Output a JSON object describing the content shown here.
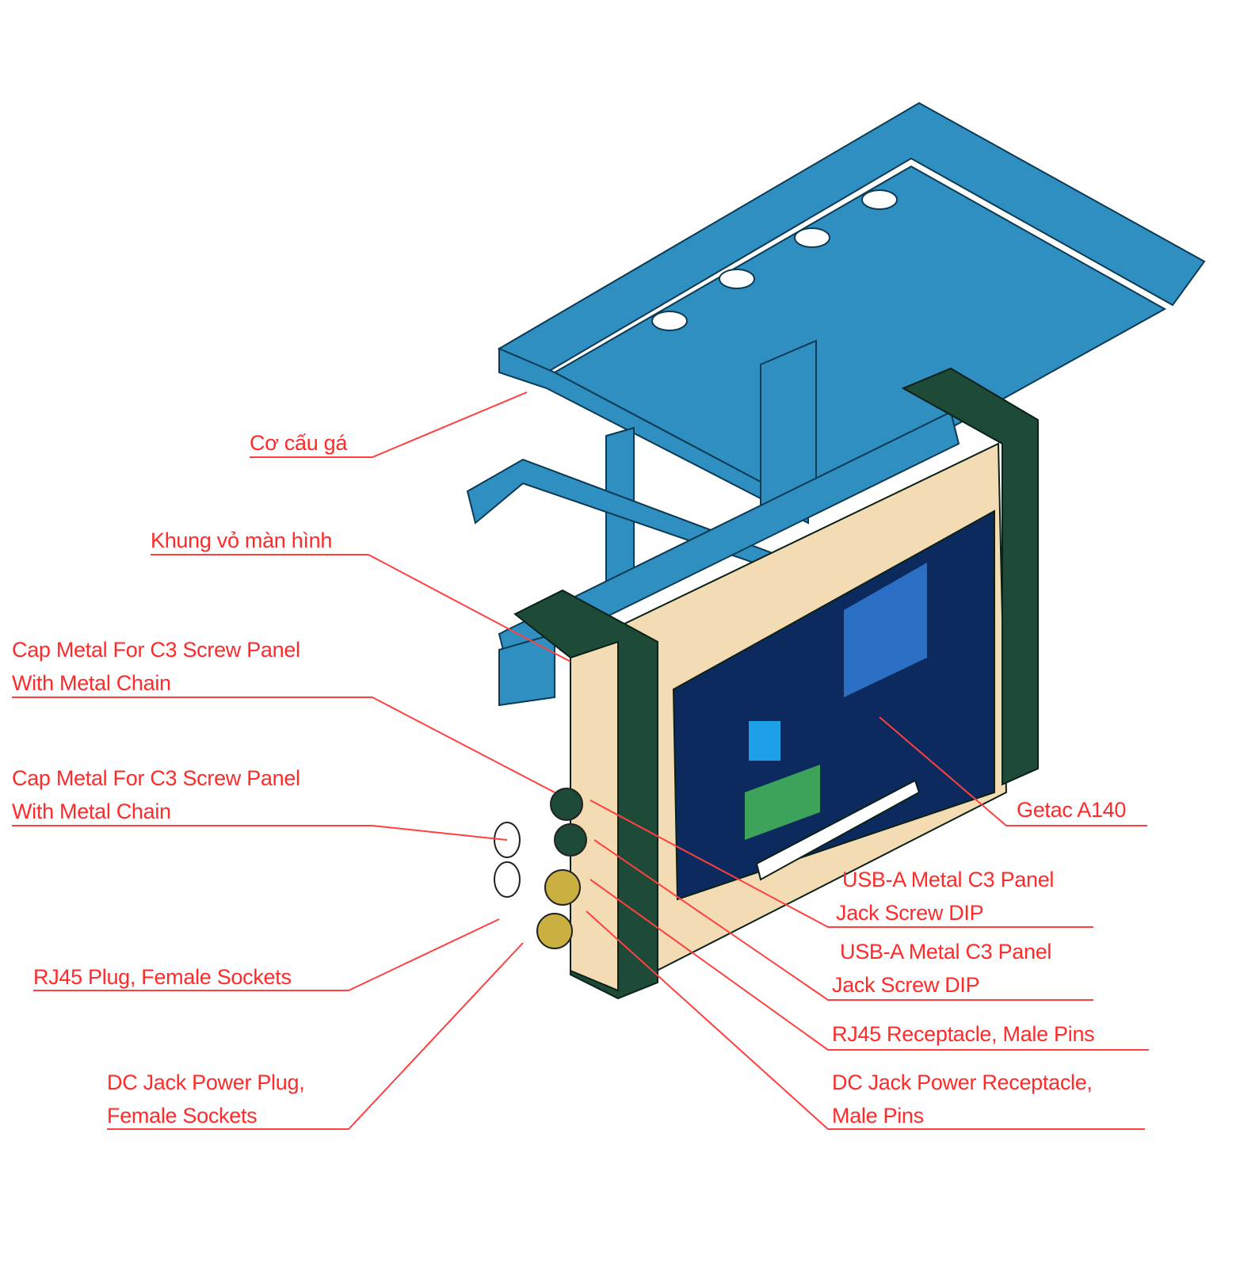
{
  "colors": {
    "label": "#ff2a2a",
    "bracket": "#2f8fc0",
    "frame": "#1e4a38",
    "bezel": "#f3dcb4",
    "screen": "#0d2a5e"
  },
  "labels": {
    "bracket": [
      "Cơ cấu gá"
    ],
    "housing": [
      "Khung vỏ màn hình"
    ],
    "cap1": [
      "Cap Metal For C3 Screw Panel",
      "With Metal Chain"
    ],
    "cap2": [
      "Cap Metal For C3 Screw Panel",
      "With Metal Chain"
    ],
    "rj45_plug": [
      "RJ45 Plug, Female Sockets"
    ],
    "dc_plug": [
      "DC Jack Power Plug,",
      "Female Sockets"
    ],
    "tablet": [
      "Getac A140"
    ],
    "usb1": [
      "USB-A Metal C3 Panel",
      "Jack Screw DIP"
    ],
    "usb2": [
      "USB-A Metal C3 Panel",
      "Jack Screw DIP"
    ],
    "rj45_receptacle": [
      "RJ45 Receptacle, Male Pins"
    ],
    "dc_receptacle": [
      "DC Jack Power Receptacle,",
      "Male Pins"
    ]
  }
}
